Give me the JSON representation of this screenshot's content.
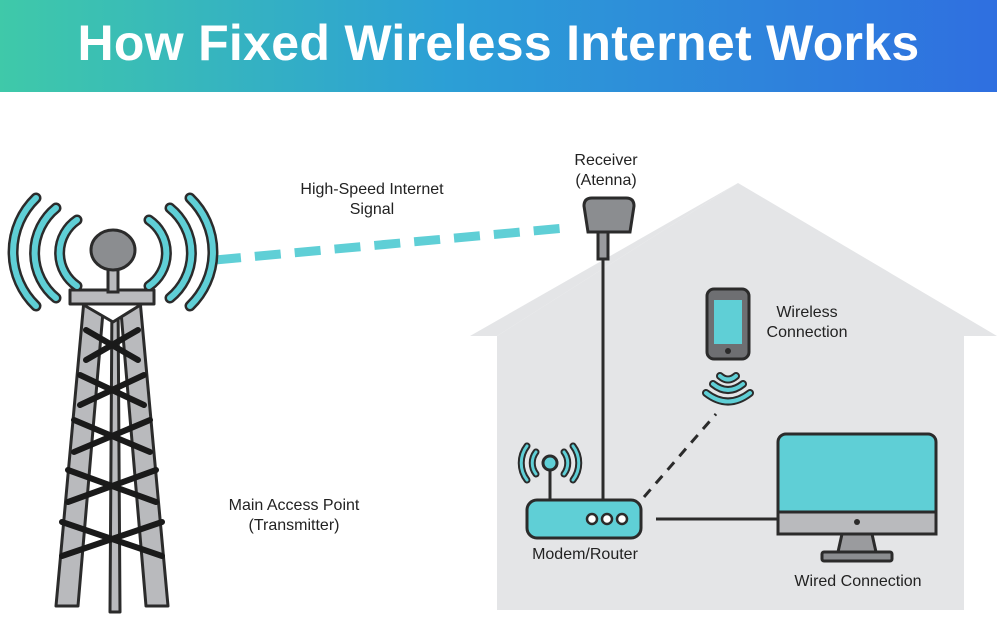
{
  "header": {
    "title": "How Fixed Wireless Internet Works"
  },
  "colors": {
    "accent": "#5fcfd6",
    "house": "#e4e5e7",
    "outline": "#2b2b2b",
    "tower_steel": "#b9babd",
    "banner_start": "#3fc9a9",
    "banner_end": "#2f6fe0"
  },
  "labels": {
    "signal": {
      "line1": "High-Speed Internet",
      "line2": "Signal"
    },
    "receiver": {
      "line1": "Receiver",
      "line2": "(Atenna)"
    },
    "wireless": {
      "line1": "Wireless",
      "line2": "Connection"
    },
    "transmitter": {
      "line1": "Main Access Point",
      "line2": "(Transmitter)"
    },
    "router": "Modem/Router",
    "wired": "Wired Connection"
  }
}
